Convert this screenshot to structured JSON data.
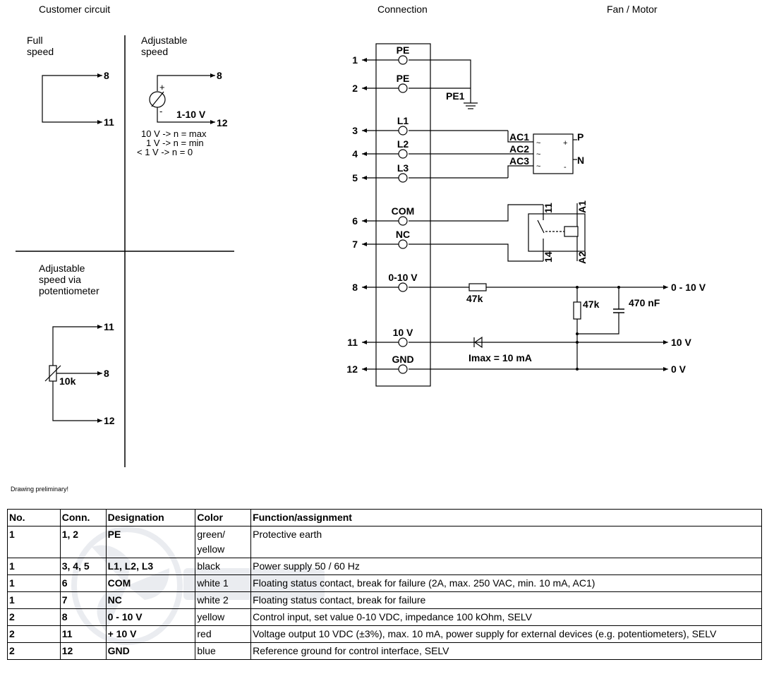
{
  "headings": {
    "customer_circuit": "Customer circuit",
    "connection": "Connection",
    "fan_motor": "Fan / Motor"
  },
  "customer": {
    "full_speed": [
      "Full",
      "speed"
    ],
    "adjustable_speed": [
      "Adjustable",
      "speed"
    ],
    "potentiometer_title": [
      "Adjustable",
      "speed via",
      "potentiometer"
    ],
    "range": "1-10 V",
    "rule1": "10 V -> n = max",
    "rule2": "1 V -> n = min",
    "rule3": "< 1 V -> n = 0",
    "pot_value": "10k",
    "plus": "+",
    "minus": "-",
    "term_8": "8",
    "term_11": "11",
    "term_12": "12"
  },
  "connection": {
    "pins": [
      {
        "num": "1",
        "label": "PE"
      },
      {
        "num": "2",
        "label": "PE"
      },
      {
        "num": "3",
        "label": "L1"
      },
      {
        "num": "4",
        "label": "L2"
      },
      {
        "num": "5",
        "label": "L3"
      },
      {
        "num": "6",
        "label": "COM"
      },
      {
        "num": "7",
        "label": "NC"
      },
      {
        "num": "8",
        "label": "0-10 V"
      },
      {
        "num": "11",
        "label": "10 V"
      },
      {
        "num": "12",
        "label": "GND"
      }
    ],
    "pe1": "PE1",
    "ac1": "AC1",
    "ac2": "AC2",
    "ac3": "AC3",
    "p": "P",
    "n": "N",
    "relay_11": "11",
    "relay_14": "14",
    "relay_a1": "A1",
    "relay_a2": "A2",
    "res_47k_a": "47k",
    "res_47k_b": "47k",
    "cap": "470 nF",
    "imax": "Imax = 10 mA",
    "out_010": "0 - 10 V",
    "out_10": "10 V",
    "out_0": "0 V"
  },
  "note": "Drawing preliminary!",
  "table": {
    "headers": [
      "No.",
      "Conn.",
      "Designation",
      "Color",
      "Function/assignment"
    ],
    "rows": [
      {
        "no": "1",
        "conn": "1, 2",
        "designation": "PE",
        "color": "green/ yellow",
        "function": "Protective earth"
      },
      {
        "no": "1",
        "conn": "3, 4, 5",
        "designation": "L1, L2, L3",
        "color": "black",
        "function": "Power supply 50 / 60 Hz"
      },
      {
        "no": "1",
        "conn": "6",
        "designation": "COM",
        "color": "white 1",
        "function": "Floating status contact, break for failure (2A, max. 250 VAC, min. 10 mA, AC1)"
      },
      {
        "no": "1",
        "conn": "7",
        "designation": "NC",
        "color": "white 2",
        "function": "Floating status contact, break for failure"
      },
      {
        "no": "2",
        "conn": "8",
        "designation": "0 - 10 V",
        "color": "yellow",
        "function": "Control input, set value 0-10 VDC, impedance 100 kOhm, SELV"
      },
      {
        "no": "2",
        "conn": "11",
        "designation": "+ 10 V",
        "color": "red",
        "function": "Voltage output 10 VDC (±3%), max. 10 mA, power supply for external devices (e.g. potentiometers), SELV"
      },
      {
        "no": "2",
        "conn": "12",
        "designation": "GND",
        "color": "blue",
        "function": "Reference ground for control interface, SELV"
      }
    ]
  }
}
